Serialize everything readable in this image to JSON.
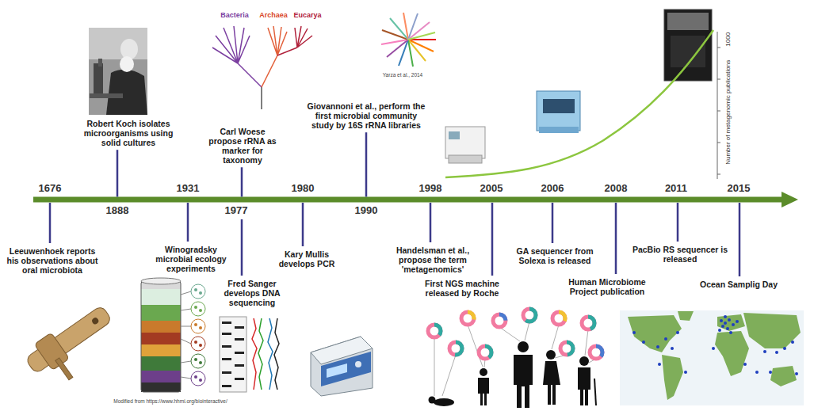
{
  "diagram": {
    "labels": [
      "1676",
      "Leeuwenhoek reports his observations about oral microbiota",
      "1888",
      "Robert Koch isolates microorganisms using solid cultures",
      "1931",
      "Winogradsky microbial ecology experiments",
      "1977",
      "Carl Woese propose rRNA as marker for taxonomy",
      "Fred Sanger develops DNA sequencing",
      "1980",
      "Kary Mullis develops PCR",
      "1990",
      "Giovannoni et al., perform the first microbial community study by 16S rRNA libraries",
      "1998",
      "Handelsman et al., propose the term 'metagenomics'",
      "2005",
      "First NGS machine released by Roche",
      "2006",
      "GA sequencer from Solexa is released",
      "2008",
      "Human Microbiome Project publication",
      "2011",
      "PacBio RS sequencer is released",
      "2015",
      "Ocean Samplig Day",
      "Bacteria",
      "Archaea",
      "Eucarya",
      "Yarza et al., 2014",
      "1000",
      "Number of metagenomic publications",
      "Modified from https://www.hhmi.org/biointeractive/"
    ]
  }
}
